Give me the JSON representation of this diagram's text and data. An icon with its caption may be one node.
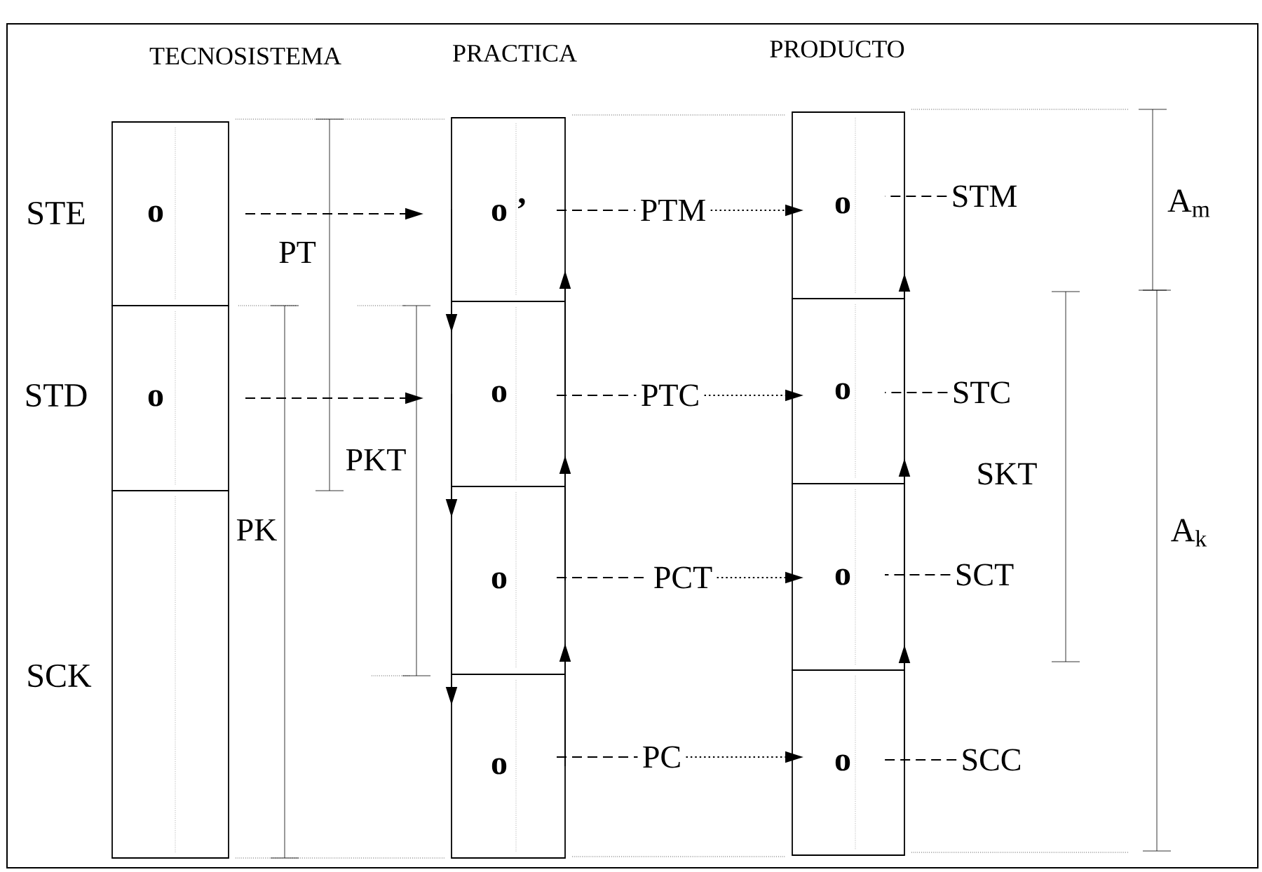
{
  "diagram": {
    "nodes": [
      {
        "text": [
          "o"
        ],
        "beside": [
          "STE"
        ]
      },
      {
        "text": [
          "o"
        ],
        "beside": [
          "STD"
        ]
      },
      {
        "text": [],
        "shape": "box",
        "beside": [
          "SCK"
        ]
      },
      {
        "text": [
          "o ’"
        ]
      },
      {
        "text": [
          "o"
        ]
      },
      {
        "text": [
          "o"
        ]
      },
      {
        "text": [
          "o"
        ]
      },
      {
        "text": [
          "o"
        ]
      },
      {
        "text": [
          "o"
        ]
      },
      {
        "text": [
          "o"
        ]
      },
      {
        "text": [
          "o"
        ]
      },
      {
        "text": [
          "PTM"
        ]
      },
      {
        "text": [
          "PTC"
        ]
      },
      {
        "text": [
          "PCT"
        ]
      },
      {
        "text": [
          "PC"
        ]
      },
      {
        "text": [
          "STM"
        ]
      },
      {
        "text": [
          "STC"
        ]
      },
      {
        "text": [
          "SCT"
        ]
      },
      {
        "text": [
          "SCC"
        ]
      }
    ],
    "edges": [
      {
        "from": 0,
        "to": 3,
        "arrow": "to",
        "style": "dashed"
      },
      {
        "from": 1,
        "to": 4,
        "arrow": "to",
        "style": "dashed"
      },
      {
        "from": 3,
        "to": 4,
        "arrow": "to"
      },
      {
        "from": 4,
        "to": 5,
        "arrow": "to"
      },
      {
        "from": 5,
        "to": 6,
        "arrow": "to"
      },
      {
        "from": 4,
        "to": 3,
        "arrow": "to"
      },
      {
        "from": 5,
        "to": 4,
        "arrow": "to"
      },
      {
        "from": 6,
        "to": 5,
        "arrow": "to"
      },
      {
        "from": 8,
        "to": 7,
        "arrow": "to"
      },
      {
        "from": 9,
        "to": 8,
        "arrow": "to"
      },
      {
        "from": 10,
        "to": 9,
        "arrow": "to"
      },
      {
        "from": 3,
        "to": 11,
        "arrow": "none",
        "style": "dashed"
      },
      {
        "from": 4,
        "to": 12,
        "arrow": "none",
        "style": "dashed"
      },
      {
        "from": 5,
        "to": 13,
        "arrow": "none",
        "style": "dashed"
      },
      {
        "from": 6,
        "to": 14,
        "arrow": "none",
        "style": "dashed"
      },
      {
        "from": 11,
        "to": 7,
        "arrow": "to",
        "style": "dashed"
      },
      {
        "from": 12,
        "to": 8,
        "arrow": "to",
        "style": "dashed"
      },
      {
        "from": 13,
        "to": 9,
        "arrow": "to",
        "style": "dashed"
      },
      {
        "from": 14,
        "to": 10,
        "arrow": "to",
        "style": "dashed"
      },
      {
        "from": 15,
        "to": 7,
        "arrow": "none",
        "style": "dashed"
      },
      {
        "from": 16,
        "to": 8,
        "arrow": "none",
        "style": "dashed"
      },
      {
        "from": 17,
        "to": 9,
        "arrow": "none",
        "style": "dashed"
      },
      {
        "from": 18,
        "to": 10,
        "arrow": "none",
        "style": "dashed"
      }
    ],
    "labels": [
      "TECNOSISTEMA",
      "PRACTICA",
      "PRODUCTO",
      "PT",
      "PKT",
      "PK",
      "SKT",
      "A$_{m}$",
      "A$_{k}$"
    ]
  }
}
